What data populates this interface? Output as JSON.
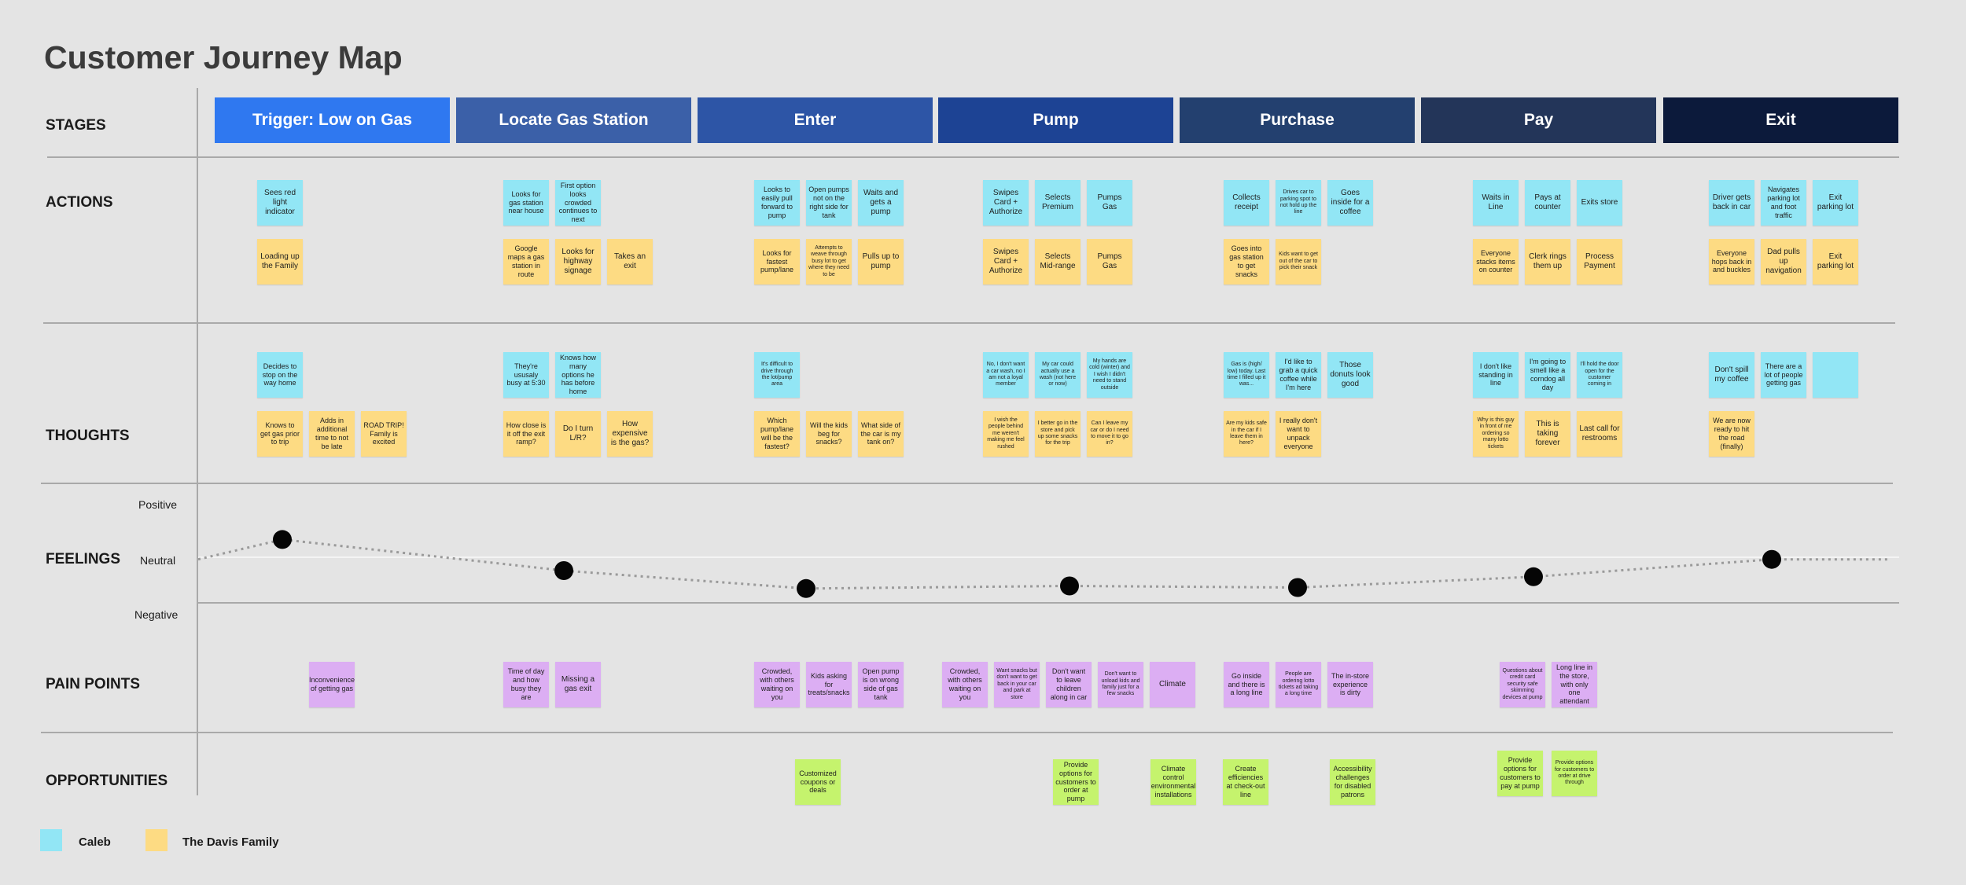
{
  "title": "Customer Journey Map",
  "colors": {
    "caleb": "#92e6f5",
    "family": "#fddb83",
    "pain": "#dcaef3",
    "opportunity": "#c5f36d"
  },
  "row_labels": {
    "stages": "STAGES",
    "actions": "ACTIONS",
    "thoughts": "THOUGHTS",
    "feelings": "FEELINGS",
    "pain_points": "PAIN POINTS",
    "opportunities": "OPPORTUNITIES"
  },
  "stages": [
    {
      "label": "Trigger: Low on Gas",
      "color": "#2f78f0"
    },
    {
      "label": "Locate Gas Station",
      "color": "#3b60a8"
    },
    {
      "label": "Enter",
      "color": "#2d55a6"
    },
    {
      "label": "Pump",
      "color": "#1d4394"
    },
    {
      "label": "Purchase",
      "color": "#23406f"
    },
    {
      "label": "Pay",
      "color": "#233559"
    },
    {
      "label": "Exit",
      "color": "#0c1a3b"
    }
  ],
  "actions": [
    [
      {
        "text": "Sees red light indicator",
        "who": "caleb"
      },
      {
        "text": "Loading up the Family",
        "who": "family"
      }
    ],
    [
      {
        "text": "Looks for gas station near house",
        "who": "caleb"
      },
      {
        "text": "First option looks crowded continues to next",
        "who": "caleb"
      },
      {
        "text": "Google maps a gas station in route",
        "who": "family"
      },
      {
        "text": "Looks for highway signage",
        "who": "family"
      },
      {
        "text": "Takes an exit",
        "who": "family"
      }
    ],
    [
      {
        "text": "Looks to easily pull forward to pump",
        "who": "caleb"
      },
      {
        "text": "Open pumps not on the right side for tank",
        "who": "caleb"
      },
      {
        "text": "Waits and gets a pump",
        "who": "caleb"
      },
      {
        "text": "Looks for fastest pump/lane",
        "who": "family"
      },
      {
        "text": "Attempts to weave through busy lot to get where they need to be",
        "who": "family"
      },
      {
        "text": "Pulls up to pump",
        "who": "family"
      }
    ],
    [
      {
        "text": "Swipes Card + Authorize",
        "who": "caleb"
      },
      {
        "text": "Selects Premium",
        "who": "caleb"
      },
      {
        "text": "Pumps Gas",
        "who": "caleb"
      },
      {
        "text": "Swipes Card + Authorize",
        "who": "family"
      },
      {
        "text": "Selects Mid-range",
        "who": "family"
      },
      {
        "text": "Pumps Gas",
        "who": "family"
      }
    ],
    [
      {
        "text": "Collects receipt",
        "who": "caleb"
      },
      {
        "text": "Drives car to parking spot to not hold up the line",
        "who": "caleb"
      },
      {
        "text": "Goes inside for a coffee",
        "who": "caleb"
      },
      {
        "text": "Goes into gas station to get snacks",
        "who": "family"
      },
      {
        "text": "Kids want to get out of the car to pick their snack",
        "who": "family"
      }
    ],
    [
      {
        "text": "Waits in Line",
        "who": "caleb"
      },
      {
        "text": "Pays at counter",
        "who": "caleb"
      },
      {
        "text": "Exits store",
        "who": "caleb"
      },
      {
        "text": "Everyone stacks items on counter",
        "who": "family"
      },
      {
        "text": "Clerk rings them up",
        "who": "family"
      },
      {
        "text": "Process Payment",
        "who": "family"
      }
    ],
    [
      {
        "text": "Driver gets back in car",
        "who": "caleb"
      },
      {
        "text": "Navigates parking lot and foot traffic",
        "who": "caleb"
      },
      {
        "text": "Exit parking lot",
        "who": "caleb"
      },
      {
        "text": "Everyone hops back in and buckles",
        "who": "family"
      },
      {
        "text": "Dad pulls up navigation",
        "who": "family"
      },
      {
        "text": "Exit parking lot",
        "who": "family"
      }
    ]
  ],
  "thoughts": [
    [
      {
        "text": "Decides to stop on the way home",
        "who": "caleb"
      },
      {
        "text": "Knows to get gas prior to trip",
        "who": "family"
      },
      {
        "text": "Adds in additional time to not be late",
        "who": "family"
      },
      {
        "text": "ROAD TRIP! Family is excited",
        "who": "family"
      }
    ],
    [
      {
        "text": "They're ususaly busy at 5:30",
        "who": "caleb"
      },
      {
        "text": "Knows how many options he has before home",
        "who": "caleb"
      },
      {
        "text": "How close is it off the exit ramp?",
        "who": "family"
      },
      {
        "text": "Do I turn L/R?",
        "who": "family"
      },
      {
        "text": "How expensive is the gas?",
        "who": "family"
      }
    ],
    [
      {
        "text": "It's difficult to drive through the lot/pump area",
        "who": "caleb"
      },
      {
        "text": "Which pump/lane will be the fastest?",
        "who": "family"
      },
      {
        "text": "Will the kids beg for snacks?",
        "who": "family"
      },
      {
        "text": "What side of the car is my tank on?",
        "who": "family"
      }
    ],
    [
      {
        "text": "No, I don't want a car wash, no I am not a loyal member",
        "who": "caleb"
      },
      {
        "text": "My car could actually use a wash (not here or now)",
        "who": "caleb"
      },
      {
        "text": "My hands are cold (winter) and I wish I didn't need to stand outside",
        "who": "caleb"
      },
      {
        "text": "I wish the people behind me weren't making me feel rushed",
        "who": "family"
      },
      {
        "text": "I better go in the store and pick up some snacks for the trip",
        "who": "family"
      },
      {
        "text": "Can I leave my car or do I need to move it to go in?",
        "who": "family"
      }
    ],
    [
      {
        "text": "Gas is (high/ low) today. Last time I filled up it was...",
        "who": "caleb"
      },
      {
        "text": "I'd like to grab a quick coffee while I'm here",
        "who": "caleb"
      },
      {
        "text": "Those donuts look good",
        "who": "caleb"
      },
      {
        "text": "Are my kids safe in the car if I leave them in here?",
        "who": "family"
      },
      {
        "text": "I really don't want to unpack everyone",
        "who": "family"
      }
    ],
    [
      {
        "text": "I don't like standing in line",
        "who": "caleb"
      },
      {
        "text": "I'm going to smell like a corndog all day",
        "who": "caleb"
      },
      {
        "text": "I'll hold the door open for the customer coming in",
        "who": "caleb"
      },
      {
        "text": "Why is this guy in front of me ordering so many lotto tickets",
        "who": "family"
      },
      {
        "text": "This is taking forever",
        "who": "family"
      },
      {
        "text": "Last call for restrooms",
        "who": "family"
      }
    ],
    [
      {
        "text": "Don't spill my coffee",
        "who": "caleb"
      },
      {
        "text": "There are a lot of people getting gas",
        "who": "caleb"
      },
      {
        "text": "",
        "who": "caleb"
      },
      {
        "text": "We are now ready to hit the road (finally)",
        "who": "family"
      }
    ]
  ],
  "feelings": {
    "labels": {
      "positive": "Positive",
      "neutral": "Neutral",
      "negative": "Negative"
    },
    "range": [
      -1,
      1
    ],
    "points": [
      0.41,
      -0.2,
      -0.55,
      -0.5,
      -0.53,
      -0.32,
      0.02
    ]
  },
  "pain_points": [
    [
      {
        "text": "Inconvenience of getting gas"
      }
    ],
    [
      {
        "text": "Time of day and how busy they are"
      },
      {
        "text": "Missing a gas exit"
      }
    ],
    [
      {
        "text": "Crowded, with others waiting on you"
      },
      {
        "text": "Kids asking for treats/snacks"
      },
      {
        "text": "Open pump is on wrong side of gas tank"
      }
    ],
    [
      {
        "text": "Crowded, with others waiting on you"
      },
      {
        "text": "Want snacks but don't want to get back in your car and park at store"
      },
      {
        "text": "Don't want to leave children along in car"
      },
      {
        "text": "Don't want to unload kids and family just for a few snacks"
      },
      {
        "text": "Climate"
      }
    ],
    [
      {
        "text": "Go inside and there is a long line"
      },
      {
        "text": "People are ordering lotto tickets ad taking a long time"
      },
      {
        "text": "The in-store experience is dirty"
      }
    ],
    [
      {
        "text": "Questions about credit card security safe skimming devices at pump"
      },
      {
        "text": "Long line in the store, with only one attendant"
      }
    ],
    []
  ],
  "opportunities": [
    {
      "text": "Customized coupons or deals"
    },
    {
      "text": "Provide options for customers to order at pump"
    },
    {
      "text": "Climate control environmental installations"
    },
    {
      "text": "Create efficiencies at check-out line"
    },
    {
      "text": "Accessibility challenges for disabled patrons"
    },
    {
      "text": "Provide options for customers to pay at pump"
    },
    {
      "text": "Provide options for customers to order at drive through"
    }
  ],
  "legend": [
    {
      "label": "Caleb",
      "who": "caleb"
    },
    {
      "label": "The Davis Family",
      "who": "family"
    }
  ]
}
